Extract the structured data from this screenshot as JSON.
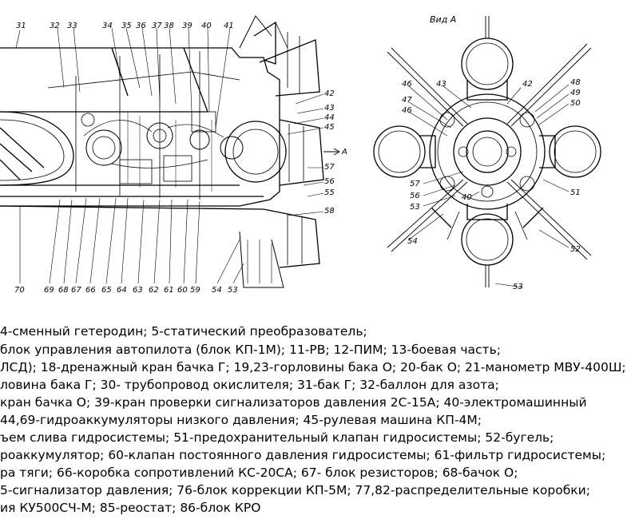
{
  "view_title": "Вид А",
  "arrow_label": "А",
  "labels": {
    "s31": "31",
    "s32": "32",
    "s33": "33",
    "s34": "34",
    "s35": "35",
    "s36": "36",
    "s37": "37",
    "s38": "38",
    "s39": "39",
    "s40": "40",
    "s41": "41",
    "s42": "42",
    "s43": "43",
    "s44": "44",
    "s45": "45",
    "s57": "57",
    "s56": "56",
    "s55": "55",
    "s58": "58",
    "s70": "70",
    "s69": "69",
    "s68": "68",
    "s67": "67",
    "s66": "66",
    "s65": "65",
    "s64": "64",
    "s63": "63",
    "s62": "62",
    "s61": "61",
    "s60": "60",
    "s59": "59",
    "s54": "54",
    "s53": "53",
    "e46": "46",
    "e43": "43",
    "e42": "42",
    "e48": "48",
    "e49": "49",
    "e50": "50",
    "e47": "47",
    "e46b": "46",
    "e57": "57",
    "e51": "51",
    "e56": "56",
    "e53": "53",
    "e40": "40",
    "e54": "54",
    "e52": "52",
    "e53b": "53"
  },
  "legend": [
    "4-сменный гетеродин; 5-статический преобразователь;",
    "блок управления автопилота (блок КП-1М); 11-РВ; 12-ПИМ; 13-боевая часть;",
    "ЛСД); 18-дренажный кран бачка Г; 19,23-горловины бака О; 20-бак О; 21-манометр МВУ-400Ш;",
    "ловина бака Г; 30- трубопровод окислителя; 31-бак Г; 32-баллон для азота;",
    "кран бачка О; 39-кран проверки сигнализаторов давления 2С-15А; 40-электромашинный",
    "44,69-гидроаккумуляторы низкого давления;  45-рулевая машина КП-4М;",
    "ъем слива гидросистемы; 51-предохранительный клапан гидросистемы; 52-бугель;",
    "роаккумулятор; 60-клапан постоянного давления гидросистемы; 61-фильтр гидросистемы;",
    "ра тяги; 66-коробка сопротивлений КС-20СА; 67- блок резисторов; 68-бачок О;",
    "5-сигнализатор давления; 76-блок коррекции КП-5М; 77,82-распределительные коробки;",
    "ия КУ500СЧ-М; 85-реостат; 86-блок КРО"
  ]
}
